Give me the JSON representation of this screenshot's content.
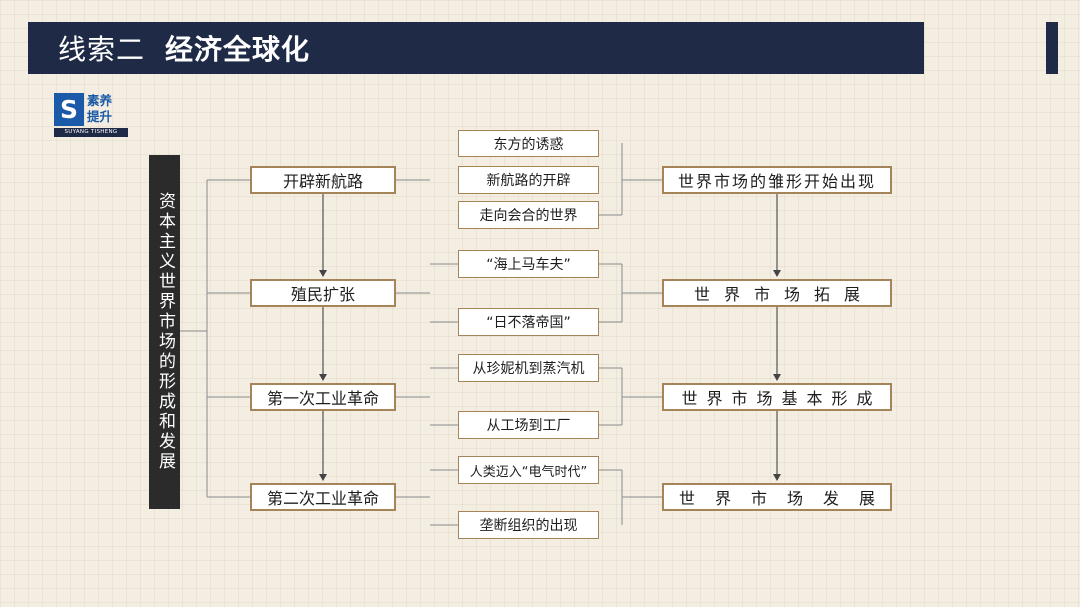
{
  "header": {
    "label": "线索二",
    "title": "经济全球化"
  },
  "logo": {
    "letter": "S",
    "line1": "素养",
    "line2": "提升",
    "pinyin": "SUYANG TISHENG"
  },
  "main_title": "资本主义世界市场的形成和发展",
  "left_nodes": [
    "开辟新航路",
    "殖民扩张",
    "第一次工业革命",
    "第二次工业革命"
  ],
  "middle_nodes": [
    "东方的诱惑",
    "新航路的开辟",
    "走向会合的世界",
    "“海上马车夫”",
    "“日不落帝国”",
    "从珍妮机到蒸汽机",
    "从工场到工厂",
    "人类迈入“电气时代”",
    "垄断组织的出现"
  ],
  "right_nodes": [
    "世界市场的雏形开始出现",
    "世界市场拓展",
    "世界市场基本形成",
    "世界市场发展"
  ]
}
